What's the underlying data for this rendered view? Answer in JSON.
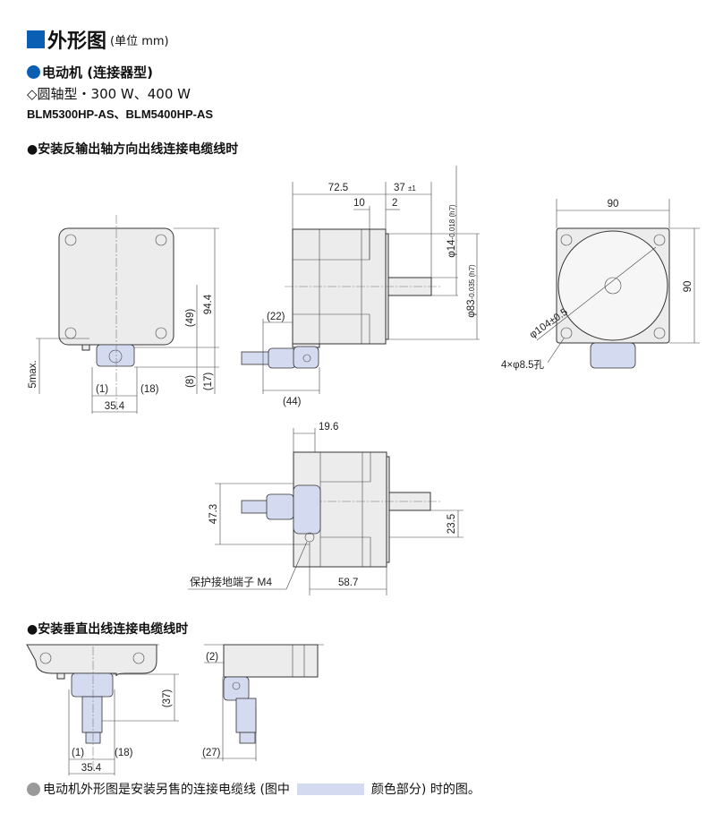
{
  "title": {
    "main": "外形图",
    "unit": "(单位 mm)"
  },
  "subtitle": "电动机 (连接器型)",
  "shaft_type": "◇圆轴型・300 W、400 W",
  "models": "BLM5300HP-AS、BLM5400HP-AS",
  "section1": "●安装反输出轴方向出线连接电缆线时",
  "section2": "●安装垂直出线连接电缆线时",
  "dims": {
    "front": {
      "h94": "94.4",
      "h49": "(49)",
      "max5": "5max.",
      "d8": "(8)",
      "d17": "(17)",
      "d1": "(1)",
      "d18": "(18)",
      "w354": "35.4"
    },
    "side": {
      "l725": "72.5",
      "l37": "37",
      "tol37": "±1",
      "l10": "10",
      "l2": "2",
      "shaft": "φ14",
      "shaft_tol": "-0.018 (h7)",
      "pilot": "φ83",
      "pilot_tol": "-0.035 (h7)",
      "c22": "(22)",
      "c44": "(44)"
    },
    "flange": {
      "w90": "90",
      "h90": "90",
      "pcd": "φ104±0.5",
      "holes": "4×φ8.5孔"
    },
    "top": {
      "l196": "19.6",
      "h473": "47.3",
      "h235": "23.5",
      "l587": "58.7",
      "ground": "保护接地端子 M4"
    },
    "vertical": {
      "h37": "(37)",
      "d1": "(1)",
      "d18": "(18)",
      "w354": "35.4",
      "d2": "(2)",
      "d27": "(27)"
    }
  },
  "footer": {
    "text1": "电动机外形图是安装另售的连接电缆线 (图中",
    "text2": "颜色部分) 时的图。"
  },
  "colors": {
    "accent": "#0a5fb4",
    "cable_highlight": "#d4dbf0"
  }
}
